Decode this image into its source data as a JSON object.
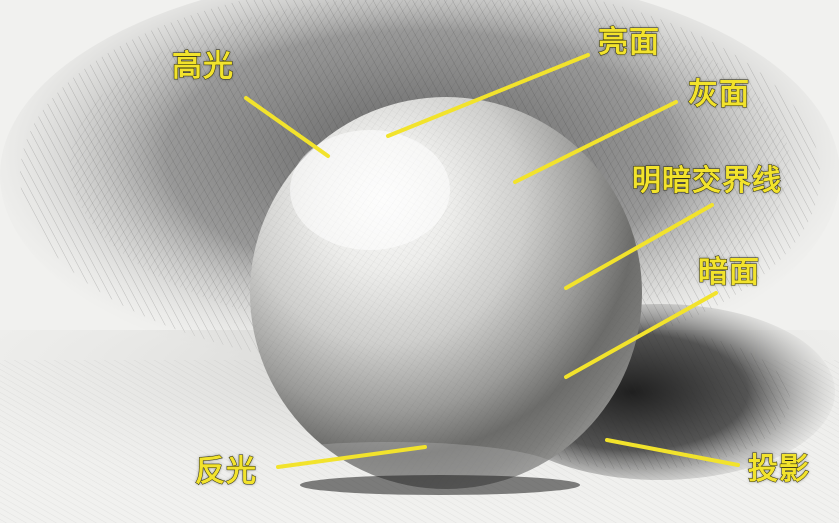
{
  "accent_color": "#f2e32c",
  "labels": {
    "highlight": "高光",
    "light_side": "亮面",
    "halftone": "灰面",
    "terminator": "明暗交界线",
    "core_shadow": "暗面",
    "reflected_light": "反光",
    "cast_shadow": "投影"
  }
}
